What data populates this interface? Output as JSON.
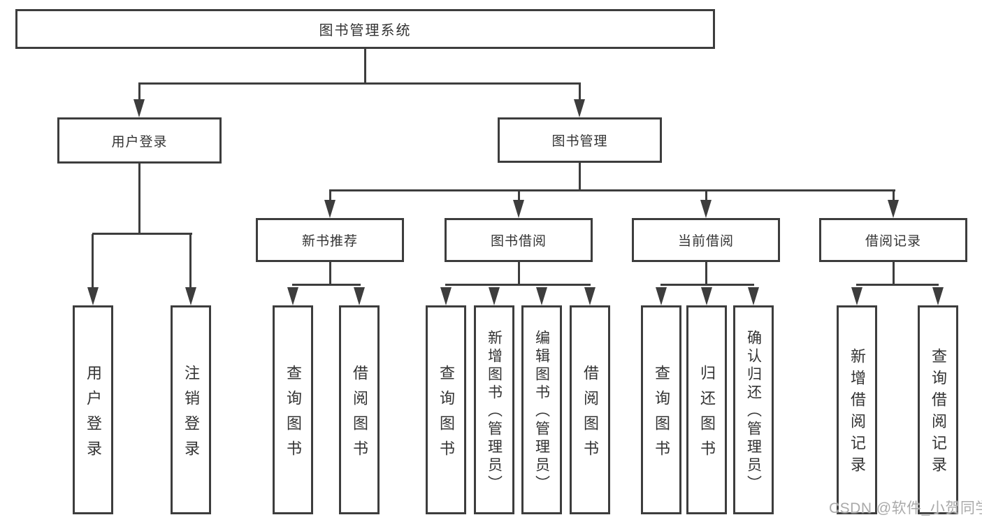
{
  "colors": {
    "line": "#3d3d3d",
    "text": "#333333",
    "background": "#ffffff",
    "watermark": "#aaaaaa"
  },
  "nodes": {
    "root": {
      "label": "图书管理系统"
    },
    "user_login": {
      "label": "用户登录"
    },
    "book_management": {
      "label": "图书管理"
    },
    "new_book_recommend": {
      "label": "新书推荐"
    },
    "book_borrow": {
      "label": "图书借阅"
    },
    "current_borrow": {
      "label": "当前借阅"
    },
    "borrow_records": {
      "label": "借阅记录"
    }
  },
  "leaves": {
    "user_login": [
      "用户登录",
      "注销登录"
    ],
    "new_book_recommend": [
      "查询图书",
      "借阅图书"
    ],
    "book_borrow": [
      "查询图书",
      "新增图书（管理员）",
      "编辑图书（管理员）",
      "借阅图书"
    ],
    "current_borrow": [
      "查询图书",
      "归还图书",
      "确认归还（管理员）"
    ],
    "borrow_records": [
      "新增借阅记录",
      "查询借阅记录"
    ]
  },
  "watermark": {
    "text": "CSDN @软件_小贺同学"
  }
}
